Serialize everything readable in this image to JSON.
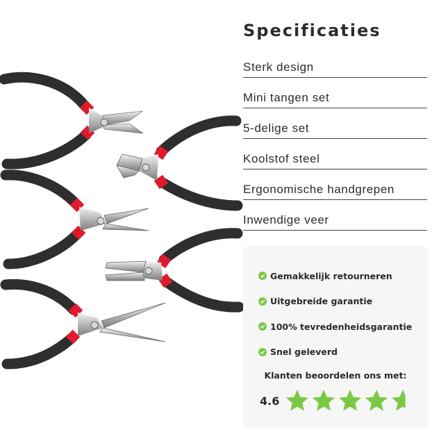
{
  "specs": {
    "title": "Specificaties",
    "items": [
      "Sterk design",
      "Mini tangen set",
      "5-delige set",
      "Koolstof steel",
      "Ergonomische handgrepen",
      "Inwendige veer"
    ]
  },
  "trust": {
    "items": [
      "Gemakkelijk retourneren",
      "Uitgebreide garantie",
      "100% tevredenheidsgarantie",
      "Snel geleverd"
    ],
    "rating_title": "Klanten beoordelen ons met:",
    "rating_value": "4.6",
    "rating": 4.6,
    "rating_max": 5
  },
  "colors": {
    "accent_green": "#7ac943",
    "card_bg": "#f6f6f6",
    "handle": "#2e2e2e",
    "band": "#e0192c"
  },
  "icons": [
    "check-circle-icon",
    "star-icon"
  ]
}
